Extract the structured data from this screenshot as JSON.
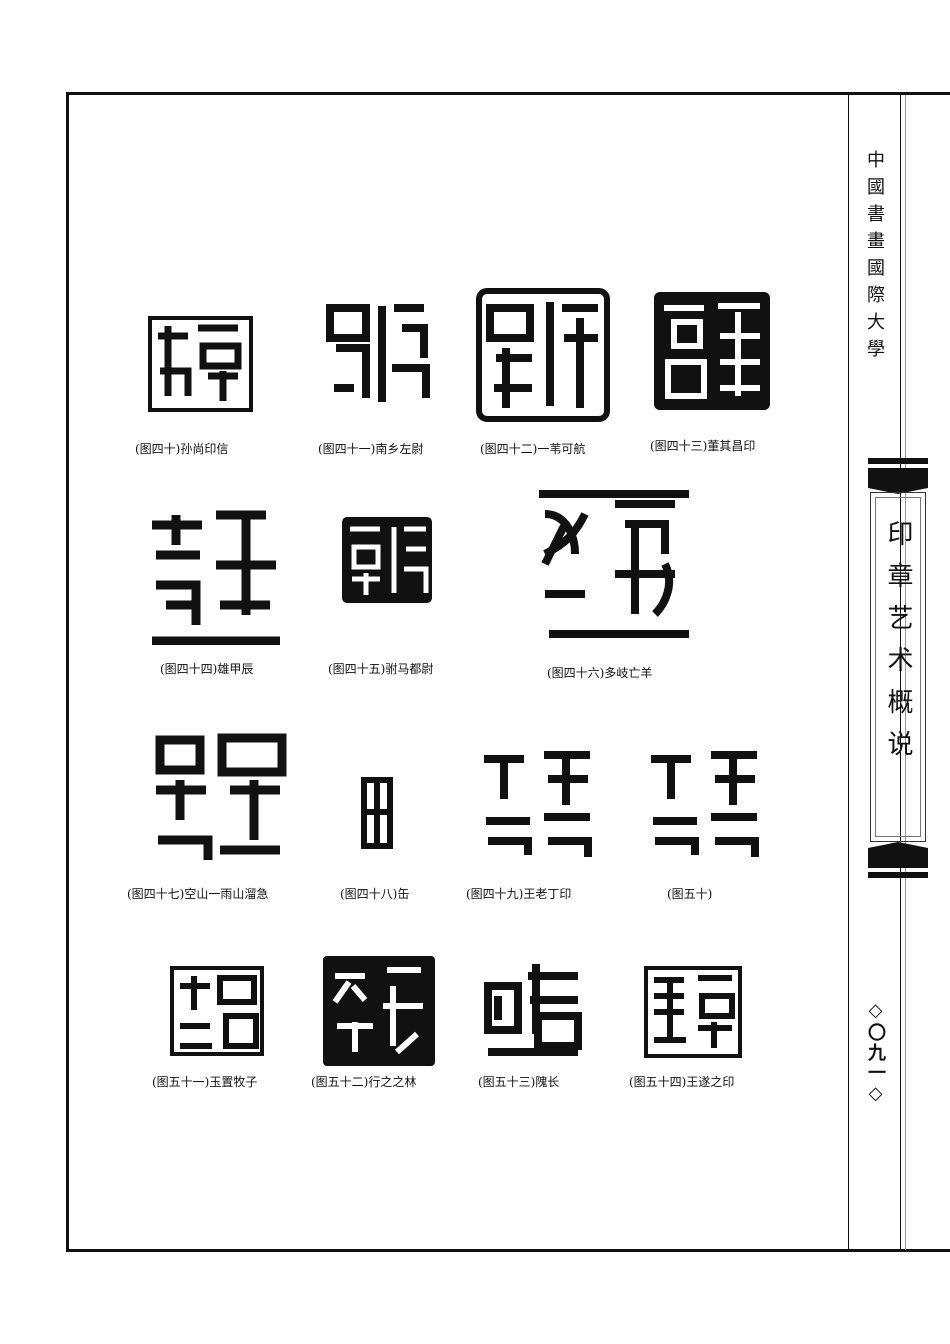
{
  "book_title": "中國書畫國際大學",
  "chapter_title": "印章艺术概说",
  "page_number": "◇〇九一◇",
  "seals": [
    {
      "caption": "(图四十)孙尚印信",
      "style": "white-on-black-frame"
    },
    {
      "caption": "(图四十一)南乡左尉",
      "style": "black-on-white"
    },
    {
      "caption": "(图四十二)一苇可航",
      "style": "black-on-white-border"
    },
    {
      "caption": "(图四十三)董其昌印",
      "style": "white-on-black"
    },
    {
      "caption": "(图四十四)雄甲辰",
      "style": "black-on-white"
    },
    {
      "caption": "(图四十五)驸马都尉",
      "style": "white-on-black"
    },
    {
      "caption": "(图四十六)多岐亡羊",
      "style": "black-on-white"
    },
    {
      "caption": "(图四十七)空山一雨山溜急",
      "style": "black-on-white"
    },
    {
      "caption": "(图四十八)缶",
      "style": "black-on-white"
    },
    {
      "caption": "(图四十九)王老丁印",
      "style": "black-on-white"
    },
    {
      "caption": "(图五十)",
      "style": "black-on-white"
    },
    {
      "caption": "(图五十一)玉置牧子",
      "style": "black-on-white-border"
    },
    {
      "caption": "(图五十二)行之之林",
      "style": "white-on-black"
    },
    {
      "caption": "(图五十三)隗长",
      "style": "black-on-white"
    },
    {
      "caption": "(图五十四)王遂之印",
      "style": "black-on-white-border"
    }
  ]
}
